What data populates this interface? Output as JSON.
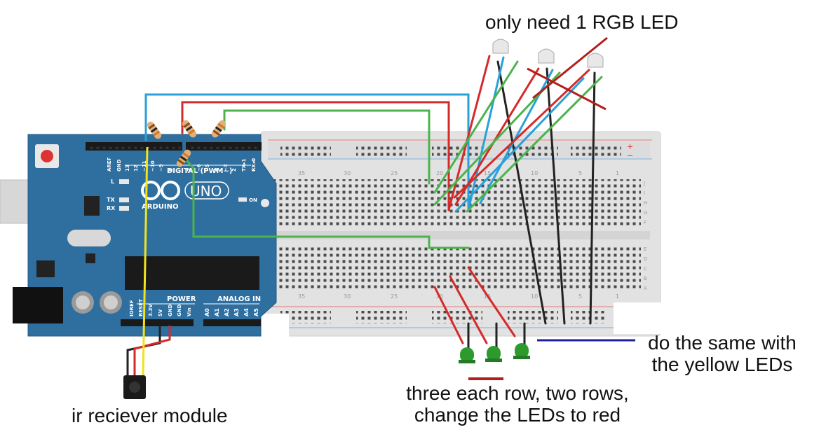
{
  "annotations": {
    "rgb_note": "only need 1 RGB LED",
    "row_note_line1": "three each row, two rows,",
    "row_note_line2": "change the LEDs to red",
    "yellow_note_line1": "do the same with",
    "yellow_note_line2": "the yellow LEDs",
    "ir_note": "ir reciever module"
  },
  "arduino": {
    "logo_text": "ARDUINO",
    "model": "UNO",
    "digital_header": "DIGITAL (PWM~)",
    "power_label": "POWER",
    "analog_label": "ANALOG IN",
    "on_label": "ON",
    "top_pins": [
      "AREF",
      "GND",
      "13",
      "12",
      "~11",
      "~10",
      "~9",
      "8",
      "7",
      "~6",
      "~5",
      "4",
      "~3",
      "2",
      "TX▸1",
      "RX◂0"
    ],
    "power_pins": [
      "IOREF",
      "RESET",
      "3.3V",
      "5V",
      "GND",
      "GND",
      "Vin"
    ],
    "analog_pins": [
      "A0",
      "A1",
      "A2",
      "A3",
      "A4",
      "A5"
    ],
    "led_labels": [
      "L",
      "TX",
      "RX"
    ]
  },
  "breadboard": {
    "column_numbers_left_to_right": [
      "35",
      "30",
      "25",
      "20",
      "15",
      "10",
      "5",
      "1"
    ],
    "row_letters_top": [
      "J",
      "I",
      "H",
      "G",
      "F"
    ],
    "row_letters_bottom": [
      "E",
      "D",
      "C",
      "B",
      "A"
    ],
    "rail_plus": "+",
    "rail_minus": "−"
  },
  "colors": {
    "arduino_board": "#2f6f9f",
    "breadboard": "#e2e2e2",
    "wire_red": "#d42a2a",
    "wire_green": "#4cb34c",
    "wire_blue": "#2aa0d8",
    "wire_black": "#222222",
    "wire_yellow": "#f2e21a",
    "led_green": "#2e9a2e",
    "strike_red": "#b21e1e",
    "underline_blue": "#20209a"
  }
}
